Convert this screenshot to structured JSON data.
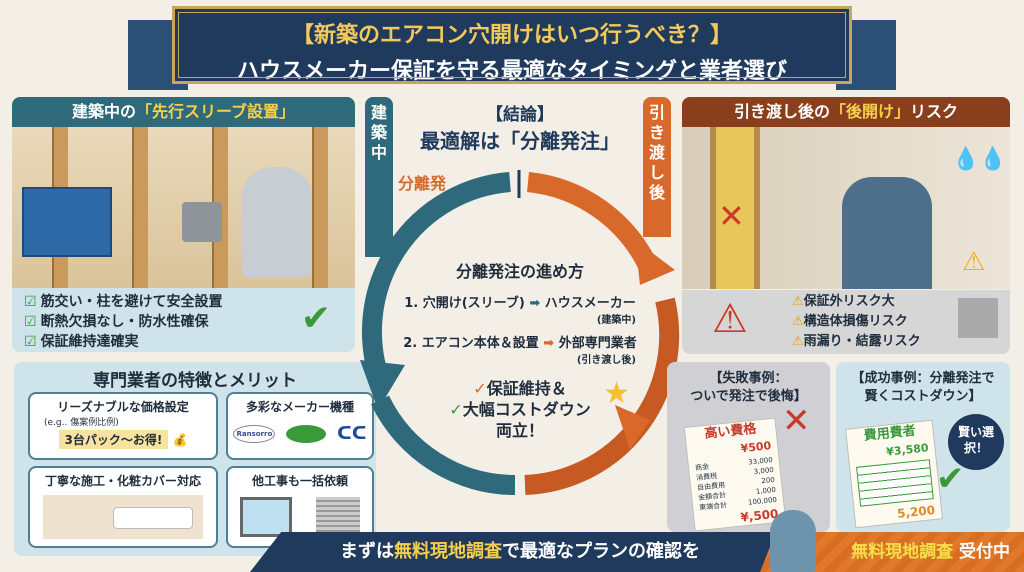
{
  "title": {
    "line1": "【新築のエアコン穴開けはいつ行うべき？】",
    "line2": "ハウスメーカー保証を守る最適なタイミングと業者選び"
  },
  "left": {
    "header_prefix": "建築中の",
    "header_highlight": "「先行スリーブ設置」",
    "checks": [
      "筋交い・柱を避けて安全設置",
      "断熱欠損なし・防水性確保",
      "保証維持達確実"
    ],
    "merits_title": "専門業者の特徴とメリット",
    "cards": [
      {
        "title": "リーズナブルな価格設定",
        "sub": "(e.g.. 傷案例比例)",
        "badge": "3台パック～お得!"
      },
      {
        "title": "多彩なメーカー機種",
        "logos": [
          "Ransorro"
        ]
      },
      {
        "title": "丁寧な施工・化粧カバー対応"
      },
      {
        "title": "他工事も一括依頼"
      }
    ]
  },
  "center": {
    "tab_left": "建築中",
    "tab_right": "引き渡し後",
    "conclusion_label": "【結論】",
    "conclusion": "最適解は「分離発注」",
    "arc_label": "分離発",
    "howto_title": "分離発注の進め方",
    "steps": [
      {
        "task": "1. 穴開け(スリーブ)",
        "who": "ハウスメーカー",
        "when": "(建築中)"
      },
      {
        "task": "2. エアコン本体＆設置",
        "who": "外部専門業者",
        "when": "(引き渡し後)"
      }
    ],
    "result": [
      "保証維持＆",
      "大幅コストダウン",
      "両立！"
    ]
  },
  "right": {
    "header_prefix": "引き渡し後の",
    "header_highlight": "「後開け」",
    "header_suffix": "リスク",
    "risks": [
      "保証外リスク大",
      "構造体損傷リスク",
      "雨漏り・結露リスク"
    ],
    "fail": {
      "title1": "【失敗事例：",
      "title2": "ついで発注で後悔】",
      "doc_title": "高い費格",
      "amount": "¥500",
      "rows": [
        [
          "商金",
          "33,000"
        ],
        [
          "消費税",
          "3,000"
        ],
        [
          "自由費用",
          "200"
        ],
        [
          "金額合計",
          "1,000"
        ],
        [
          "東端合計",
          "100,000"
        ]
      ],
      "total": "¥,500"
    },
    "success": {
      "title1": "【成功事例：分離発注で",
      "title2": "賢くコストダウン】",
      "doc_title": "費用費者",
      "amount": "¥3,580",
      "total": "5,200",
      "badge": "賢い選択！"
    }
  },
  "footer": {
    "pre": "まずは",
    "hl": "無料現地調査",
    "post": "で最適なプランの確認を",
    "cta_hl": "無料現地調査",
    "cta_post": " 受付中"
  },
  "colors": {
    "navy": "#1f3a5c",
    "teal": "#2e6a7c",
    "orange": "#d9692a",
    "brown": "#8a3f1c"
  }
}
